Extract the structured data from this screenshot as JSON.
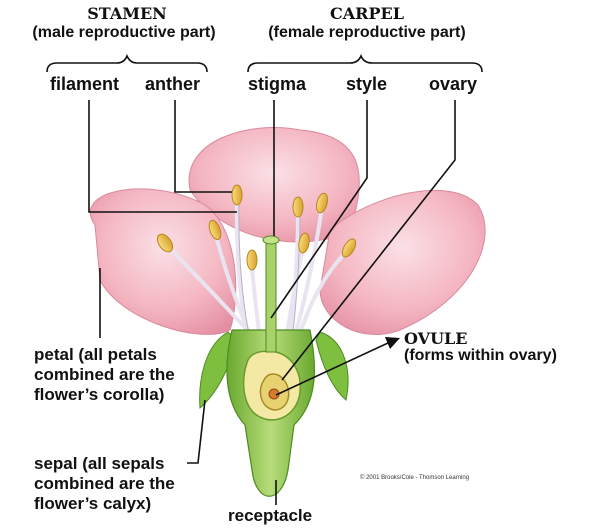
{
  "groups": {
    "stamen": {
      "title": "STAMEN",
      "subtitle": "(male reproductive part)"
    },
    "carpel": {
      "title": "CARPEL",
      "subtitle": "(female reproductive part)"
    }
  },
  "labels": {
    "filament": "filament",
    "anther": "anther",
    "stigma": "stigma",
    "style": "style",
    "ovary": "ovary",
    "ovule_title": "OVULE",
    "ovule_note": "(forms within ovary)",
    "petal": [
      "petal (all petals",
      "combined are the",
      "flower’s corolla)"
    ],
    "sepal": [
      "sepal (all sepals",
      "combined are the",
      "flower’s calyx)"
    ],
    "receptacle": "receptacle"
  },
  "credit": "© 2001 Brooks/Cole - Thomson Learning",
  "colors": {
    "petal": "#f4b6c2",
    "petal_dark": "#e48ea2",
    "sepal": "#7fbf3f",
    "receptacle": "#a9d26a",
    "anther": "#f2c24a",
    "filament": "#e9e4ef",
    "ovary_interior": "#f3e9a4",
    "line": "#111111"
  }
}
